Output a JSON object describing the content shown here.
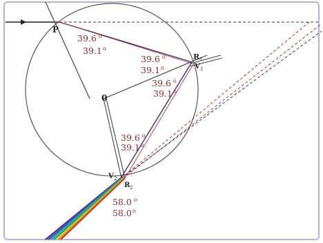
{
  "diagram": {
    "points": {
      "P": "P",
      "O": "0",
      "R1": "R",
      "R1_sub": "1",
      "V1": "V",
      "V1_sub": "1",
      "R2": "R",
      "R2_sub": "2",
      "V2": "V",
      "V2_sub": "2"
    },
    "angles": {
      "p_red": "39.6",
      "p_violet": "39.1",
      "r1_red": "39.6",
      "r1_violet": "39.1",
      "o_red": "39.6",
      "o_violet": "39.1",
      "r2_red": "39.6",
      "r2_violet": "39.1",
      "exit_red": "58.0",
      "exit_violet": "58.0",
      "degree": "o"
    },
    "colors": {
      "frame": "#b9aee0",
      "circle": "#555555",
      "violet_ray": "#3a2f7a",
      "red_ray": "#b0362f",
      "label_red": "#8b2b2b",
      "dashed": "#333333"
    }
  }
}
